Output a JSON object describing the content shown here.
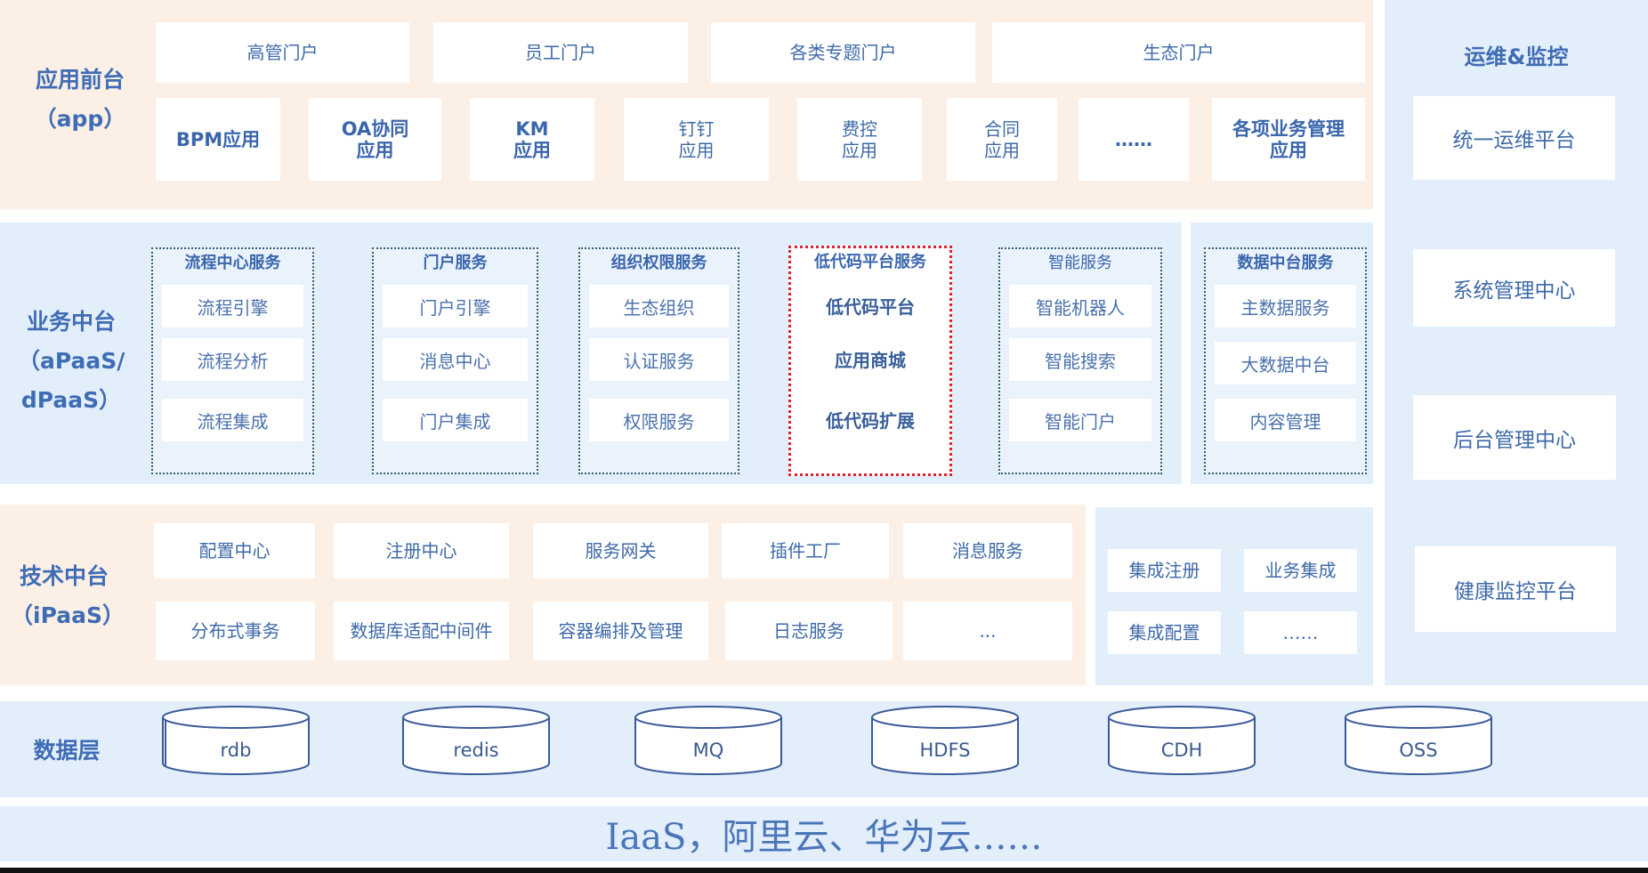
{
  "app_layer": {
    "title_line1": "应用前台",
    "title_line2": "（app）",
    "portals": [
      "高管门户",
      "员工门户",
      "各类专题门户",
      "生态门户"
    ],
    "apps": [
      {
        "line1": "BPM应用",
        "line2": ""
      },
      {
        "line1": "OA协同",
        "line2": "应用"
      },
      {
        "line1": "KM",
        "line2": "应用"
      },
      {
        "line1": "钉钉",
        "line2": "应用"
      },
      {
        "line1": "费控",
        "line2": "应用"
      },
      {
        "line1": "合同",
        "line2": "应用"
      },
      {
        "line1": "……",
        "line2": ""
      },
      {
        "line1": "各项业务管理",
        "line2": "应用"
      }
    ]
  },
  "business_layer": {
    "title_line1": "业务中台",
    "title_line2": "（aPaaS/",
    "title_line3": "dPaaS）",
    "groups": [
      {
        "title": "流程中心服务",
        "items": [
          "流程引擎",
          "流程分析",
          "流程集成"
        ]
      },
      {
        "title": "门户服务",
        "items": [
          "门户引擎",
          "消息中心",
          "门户集成"
        ]
      },
      {
        "title": "组织权限服务",
        "items": [
          "生态组织",
          "认证服务",
          "权限服务"
        ]
      },
      {
        "title": "低代码平台服务",
        "items": [
          "低代码平台",
          "应用商城",
          "低代码扩展"
        ]
      },
      {
        "title": "智能服务",
        "items": [
          "智能机器人",
          "智能搜索",
          "智能门户"
        ]
      },
      {
        "title": "数据中台服务",
        "items": [
          "主数据服务",
          "大数据中台",
          "内容管理"
        ]
      }
    ]
  },
  "tech_layer": {
    "title_line1": "技术中台",
    "title_line2": "（iPaaS）",
    "row1": [
      "配置中心",
      "注册中心",
      "服务网关",
      "插件工厂",
      "消息服务"
    ],
    "row2": [
      "分布式事务",
      "数据库适配中间件",
      "容器编排及管理",
      "日志服务",
      "..."
    ],
    "integration": [
      "集成注册",
      "业务集成",
      "集成配置",
      "……"
    ]
  },
  "data_layer": {
    "title": "数据层",
    "stores": [
      "rdb",
      "redis",
      "MQ",
      "HDFS",
      "CDH",
      "OSS"
    ]
  },
  "ops": {
    "title": "运维&监控",
    "items": [
      "统一运维平台",
      "系统管理中心",
      "后台管理中心",
      "健康监控平台"
    ]
  },
  "iaas": {
    "text": "IaaS，阿里云、华为云……"
  }
}
